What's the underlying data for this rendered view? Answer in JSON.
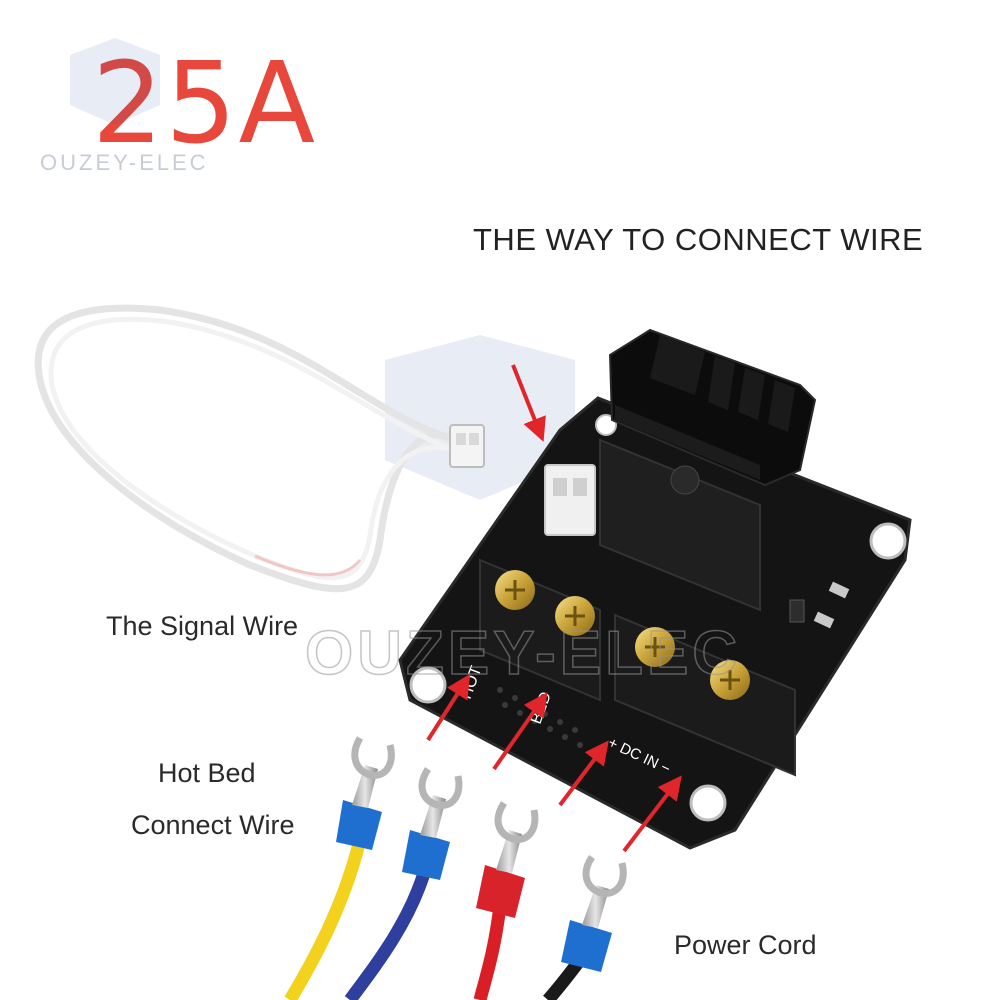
{
  "product": {
    "current_rating": "25A",
    "watermark": "OUZEY-ELEC"
  },
  "diagram": {
    "heading": "THE WAY TO CONNECT WIRE",
    "labels": {
      "signal_wire": "The Signal Wire",
      "hot_bed_line1": "Hot Bed",
      "hot_bed_line2": "Connect Wire",
      "power_cord": "Power Cord"
    },
    "board_silkscreen": {
      "hot": "HOT",
      "bed": "BED",
      "dc_in": "+ DC IN −"
    }
  },
  "colors": {
    "accent_red": "#e8473b",
    "arrow_red": "#e0262b",
    "pcb_black": "#141414",
    "wire_yellow": "#f2d21c",
    "wire_blue": "#2e3f9e",
    "wire_red": "#d91f26",
    "wire_black": "#1a1a1a",
    "terminal_blue": "#1f6fd0",
    "terminal_red": "#d8232a"
  }
}
